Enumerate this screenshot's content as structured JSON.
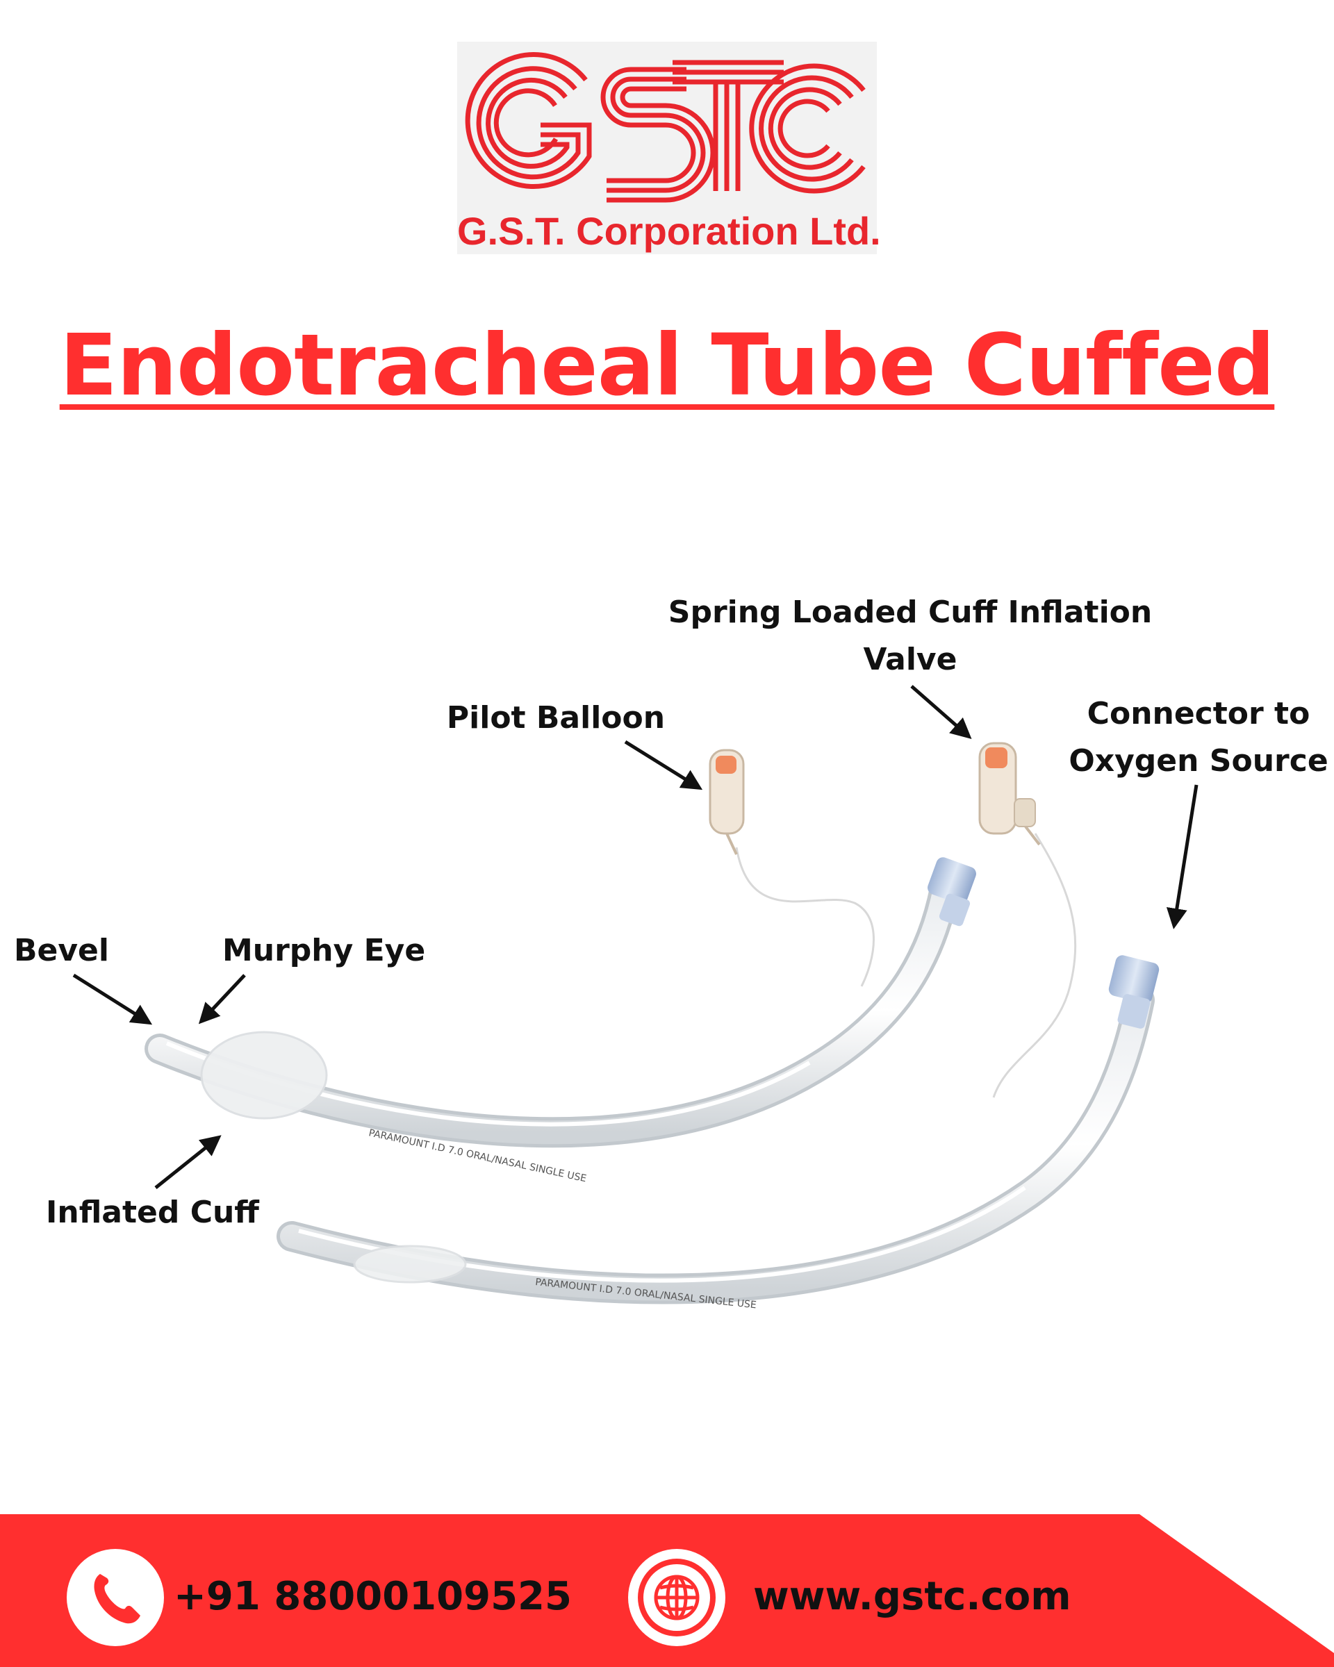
{
  "brand": {
    "logo_text": "GSTC",
    "company_name": "G.S.T. Corporation Ltd.",
    "color": "#e8262d"
  },
  "title": "Endotracheal Tube Cuffed",
  "labels": {
    "valve_line1": "Spring Loaded Cuff Inflation",
    "valve_line2": "Valve",
    "pilot_balloon": "Pilot Balloon",
    "connector_line1": "Connector to",
    "connector_line2": "Oxygen Source",
    "bevel": "Bevel",
    "murphy_eye": "Murphy Eye",
    "inflated_cuff": "Inflated Cuff"
  },
  "tube_marking": "PARAMOUNT I.D 7.0 ORAL/NASAL SINGLE USE",
  "contact": {
    "phone": "+91 88000109525",
    "website": "www.gstc.com"
  },
  "colors": {
    "footer": "#ff2f2f",
    "title": "#ff2f2f"
  },
  "icons": [
    "phone-icon",
    "globe-icon"
  ]
}
